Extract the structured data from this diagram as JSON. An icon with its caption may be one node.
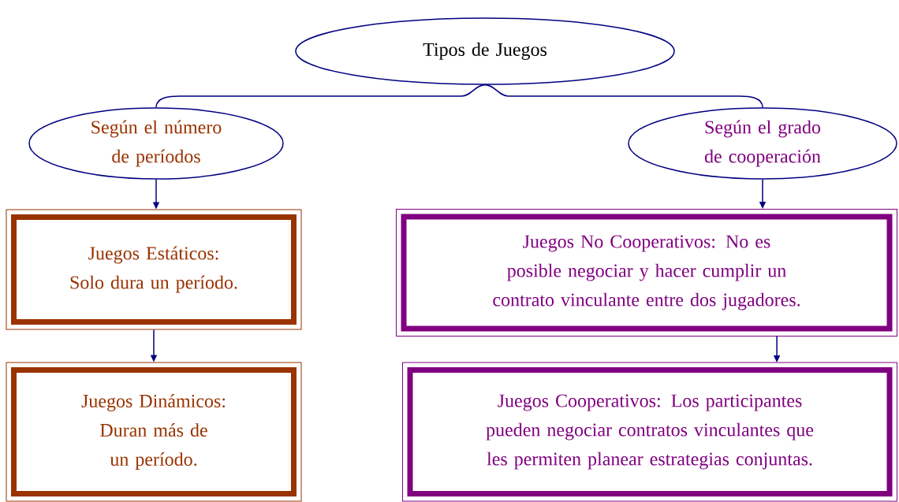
{
  "diagram": {
    "nodes": [
      {
        "text": [
          "Tipos de Juegos"
        ]
      },
      {
        "text": [
          "Según el número de períodos"
        ]
      },
      {
        "text": [
          "Según el grado de cooperación"
        ]
      },
      {
        "text": [
          "Juegos Estáticos: Solo dura un período."
        ]
      },
      {
        "text": [
          "Juegos No Cooperativos: No es posible negociar y hacer cumplir un contrato vinculante entre dos jugadores."
        ]
      },
      {
        "text": [
          "Juegos Dinámicos: Duran más de un período."
        ]
      },
      {
        "text": [
          "Juegos Cooperativos: Los participantes pueden negociar contratos vinculantes que les permiten planear estrategias conjuntas."
        ]
      }
    ],
    "edges": [
      {
        "from": 0,
        "to": 1,
        "arrow": "none"
      },
      {
        "from": 0,
        "to": 2,
        "arrow": "none"
      },
      {
        "from": 1,
        "to": 3,
        "arrow": "to"
      },
      {
        "from": 2,
        "to": 4,
        "arrow": "to"
      },
      {
        "from": 3,
        "to": 5,
        "arrow": "to"
      },
      {
        "from": 4,
        "to": 6,
        "arrow": "to"
      }
    ]
  }
}
